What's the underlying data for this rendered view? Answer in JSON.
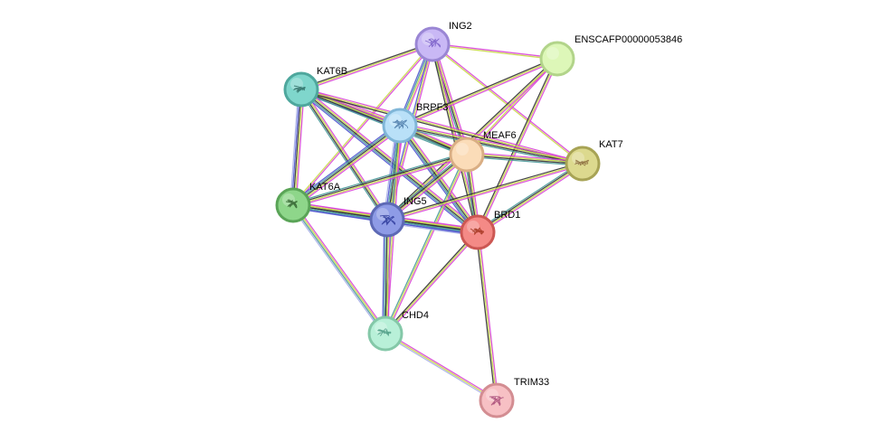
{
  "network": {
    "nodes": [
      {
        "id": "ING2",
        "label": "ING2",
        "fill": "#c9b8f5",
        "stroke": "#9a86d4",
        "has_structure": true,
        "glyph_color": "#7a5fc8"
      },
      {
        "id": "ENSCAFP00000053846",
        "label": "ENSCAFP00000053846",
        "fill": "#ddf7b8",
        "stroke": "#b2d48a",
        "has_structure": false,
        "glyph_color": ""
      },
      {
        "id": "KAT6B",
        "label": "KAT6B",
        "fill": "#7fd6cc",
        "stroke": "#4ea79d",
        "has_structure": true,
        "glyph_color": "#2f6f66"
      },
      {
        "id": "BRPF3",
        "label": "BRPF3",
        "fill": "#b9e0f8",
        "stroke": "#80b6d8",
        "has_structure": true,
        "glyph_color": "#4a79a8"
      },
      {
        "id": "MEAF6",
        "label": "MEAF6",
        "fill": "#fbdcb8",
        "stroke": "#d9ae84",
        "has_structure": false,
        "glyph_color": ""
      },
      {
        "id": "KAT7",
        "label": "KAT7",
        "fill": "#dcd98e",
        "stroke": "#a7a355",
        "has_structure": true,
        "glyph_color": "#8a6a3c"
      },
      {
        "id": "KAT6A",
        "label": "KAT6A",
        "fill": "#8ed68a",
        "stroke": "#5aa457",
        "has_structure": true,
        "glyph_color": "#2f5f2c"
      },
      {
        "id": "ING5",
        "label": "ING5",
        "fill": "#8e9be6",
        "stroke": "#5d69b5",
        "has_structure": true,
        "glyph_color": "#2d3a9a"
      },
      {
        "id": "BRD1",
        "label": "BRD1",
        "fill": "#f48a86",
        "stroke": "#cc5753",
        "has_structure": true,
        "glyph_color": "#a0301a"
      },
      {
        "id": "CHD4",
        "label": "CHD4",
        "fill": "#b8f0d8",
        "stroke": "#84c8a8",
        "has_structure": true,
        "glyph_color": "#4a9a82"
      },
      {
        "id": "TRIM33",
        "label": "TRIM33",
        "fill": "#f7c0c4",
        "stroke": "#d38d92",
        "has_structure": true,
        "glyph_color": "#a84a78"
      }
    ],
    "edges": [
      {
        "a": "ING2",
        "b": "ENSCAFP00000053846",
        "colors": [
          "#d946d8",
          "#c9d94a"
        ]
      },
      {
        "a": "ING2",
        "b": "KAT6B",
        "colors": [
          "#d946d8",
          "#c9d94a",
          "#333333"
        ]
      },
      {
        "a": "ING2",
        "b": "BRPF3",
        "colors": [
          "#d946d8",
          "#c9d94a",
          "#4a9a9a",
          "#5055d0"
        ]
      },
      {
        "a": "ING2",
        "b": "MEAF6",
        "colors": [
          "#d946d8",
          "#c9d94a",
          "#333333",
          "#4a9a9a"
        ]
      },
      {
        "a": "ING2",
        "b": "KAT7",
        "colors": [
          "#d946d8",
          "#c9d94a"
        ]
      },
      {
        "a": "ING2",
        "b": "KAT6A",
        "colors": [
          "#d946d8",
          "#c9d94a"
        ]
      },
      {
        "a": "ING2",
        "b": "ING5",
        "colors": [
          "#d946d8",
          "#c9d94a",
          "#5055d0"
        ]
      },
      {
        "a": "ING2",
        "b": "BRD1",
        "colors": [
          "#d946d8",
          "#c9d94a",
          "#333333"
        ]
      },
      {
        "a": "ENSCAFP00000053846",
        "b": "BRPF3",
        "colors": [
          "#d946d8",
          "#c9d94a",
          "#333333"
        ]
      },
      {
        "a": "ENSCAFP00000053846",
        "b": "MEAF6",
        "colors": [
          "#d946d8",
          "#c9d94a"
        ]
      },
      {
        "a": "ENSCAFP00000053846",
        "b": "ING5",
        "colors": [
          "#d946d8",
          "#c9d94a",
          "#333333"
        ]
      },
      {
        "a": "ENSCAFP00000053846",
        "b": "BRD1",
        "colors": [
          "#d946d8",
          "#c9d94a",
          "#333333"
        ]
      },
      {
        "a": "KAT6B",
        "b": "BRPF3",
        "colors": [
          "#d946d8",
          "#c9d94a",
          "#333333",
          "#4a9a9a",
          "#5055d0"
        ]
      },
      {
        "a": "KAT6B",
        "b": "MEAF6",
        "colors": [
          "#d946d8",
          "#c9d94a",
          "#333333",
          "#4a9a9a"
        ]
      },
      {
        "a": "KAT6B",
        "b": "KAT7",
        "colors": [
          "#d946d8",
          "#c9d94a",
          "#333333"
        ]
      },
      {
        "a": "KAT6B",
        "b": "KAT6A",
        "colors": [
          "#d946d8",
          "#c9d94a",
          "#333333",
          "#5055d0",
          "#aab0e8"
        ]
      },
      {
        "a": "KAT6B",
        "b": "ING5",
        "colors": [
          "#d946d8",
          "#c9d94a",
          "#333333",
          "#4a9a9a"
        ]
      },
      {
        "a": "KAT6B",
        "b": "BRD1",
        "colors": [
          "#d946d8",
          "#c9d94a",
          "#333333",
          "#4a9a9a",
          "#5055d0"
        ]
      },
      {
        "a": "BRPF3",
        "b": "MEAF6",
        "colors": [
          "#d946d8",
          "#c9d94a",
          "#333333",
          "#4a9a9a"
        ]
      },
      {
        "a": "BRPF3",
        "b": "KAT7",
        "colors": [
          "#d946d8",
          "#c9d94a",
          "#333333",
          "#4a9a9a"
        ]
      },
      {
        "a": "BRPF3",
        "b": "KAT6A",
        "colors": [
          "#d946d8",
          "#c9d94a",
          "#333333",
          "#4a9a9a",
          "#5055d0"
        ]
      },
      {
        "a": "BRPF3",
        "b": "ING5",
        "colors": [
          "#d946d8",
          "#c9d94a",
          "#333333",
          "#4a9a9a",
          "#5055d0",
          "#aab0e8"
        ]
      },
      {
        "a": "BRPF3",
        "b": "BRD1",
        "colors": [
          "#d946d8",
          "#c9d94a",
          "#333333",
          "#4a9a9a",
          "#5055d0"
        ]
      },
      {
        "a": "BRPF3",
        "b": "CHD4",
        "colors": [
          "#d946d8",
          "#c9d94a",
          "#4a9a9a"
        ]
      },
      {
        "a": "MEAF6",
        "b": "KAT7",
        "colors": [
          "#d946d8",
          "#c9d94a",
          "#333333",
          "#4a9a9a"
        ]
      },
      {
        "a": "MEAF6",
        "b": "KAT6A",
        "colors": [
          "#d946d8",
          "#c9d94a",
          "#333333",
          "#4a9a9a"
        ]
      },
      {
        "a": "MEAF6",
        "b": "ING5",
        "colors": [
          "#d946d8",
          "#c9d94a",
          "#333333",
          "#4a9a9a"
        ]
      },
      {
        "a": "MEAF6",
        "b": "BRD1",
        "colors": [
          "#d946d8",
          "#c9d94a",
          "#333333",
          "#4a9a9a"
        ]
      },
      {
        "a": "MEAF6",
        "b": "CHD4",
        "colors": [
          "#d946d8",
          "#c9d94a",
          "#4a9a9a"
        ]
      },
      {
        "a": "KAT7",
        "b": "ING5",
        "colors": [
          "#d946d8",
          "#c9d94a",
          "#333333"
        ]
      },
      {
        "a": "KAT7",
        "b": "BRD1",
        "colors": [
          "#d946d8",
          "#c9d94a",
          "#333333",
          "#4a9a9a"
        ]
      },
      {
        "a": "KAT6A",
        "b": "ING5",
        "colors": [
          "#d946d8",
          "#c9d94a",
          "#333333",
          "#4a9a9a",
          "#5055d0"
        ]
      },
      {
        "a": "KAT6A",
        "b": "BRD1",
        "colors": [
          "#d946d8",
          "#c9d94a",
          "#333333",
          "#4a9a9a",
          "#5055d0"
        ]
      },
      {
        "a": "KAT6A",
        "b": "CHD4",
        "colors": [
          "#d946d8",
          "#c9d94a",
          "#4a9a9a",
          "#aab0e8"
        ]
      },
      {
        "a": "ING5",
        "b": "BRD1",
        "colors": [
          "#d946d8",
          "#c9d94a",
          "#333333",
          "#4a9a9a",
          "#5055d0",
          "#aab0e8"
        ]
      },
      {
        "a": "ING5",
        "b": "CHD4",
        "colors": [
          "#d946d8",
          "#c9d94a",
          "#333333",
          "#4a9a9a",
          "#5055d0"
        ]
      },
      {
        "a": "BRD1",
        "b": "CHD4",
        "colors": [
          "#d946d8",
          "#c9d94a",
          "#333333"
        ]
      },
      {
        "a": "BRD1",
        "b": "TRIM33",
        "colors": [
          "#d946d8",
          "#c9d94a",
          "#333333"
        ]
      },
      {
        "a": "CHD4",
        "b": "TRIM33",
        "colors": [
          "#d946d8",
          "#c9d94a",
          "#aab0e8"
        ]
      }
    ]
  }
}
